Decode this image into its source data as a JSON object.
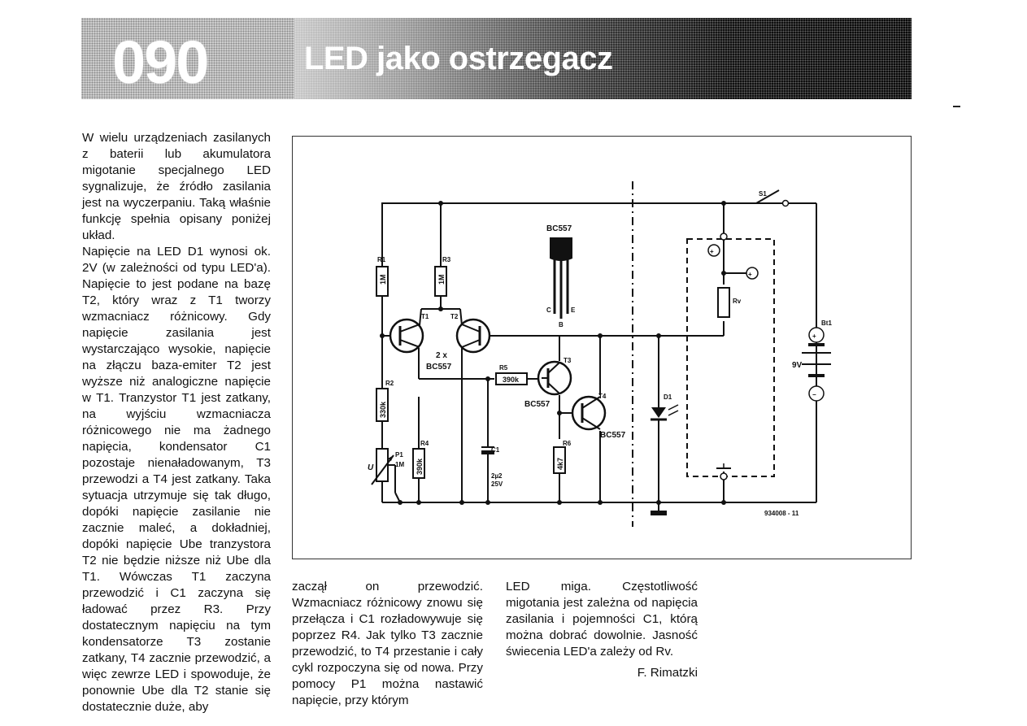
{
  "header": {
    "number": "090",
    "title": "LED jako ostrzegacz"
  },
  "article": {
    "col1": [
      "W wielu urządzeniach zasilanych z baterii lub akumulatora migotanie specjalnego LED sygnalizuje, że źródło zasilania jest na wyczerpaniu. Taką właśnie funkcję spełnia opisany poniżej układ.",
      "Napięcie na LED D1 wynosi ok. 2V (w zależności od typu LED'a). Napięcie to jest podane na bazę T2, który wraz z T1 tworzy wzmacniacz różnicowy. Gdy napięcie zasilania jest wystarczająco wysokie, napięcie na złączu baza-emiter T2 jest wyższe niż analogiczne napięcie w T1. Tranzystor T1 jest zatkany, na wyjściu wzmacniacza różnicowego nie ma żadnego napięcia, kondensator C1 pozostaje nienaładowanym, T3 przewodzi a T4 jest zatkany. Taka sytuacja utrzymuje się tak długo, dopóki napięcie zasilanie nie zacznie maleć, a dokładniej, dopóki napięcie Ube tranzystora T2 nie będzie niższe niż Ube dla T1. Wówczas T1 zaczyna przewodzić i C1 zaczyna się ładować przez R3. Przy dostatecznym napięciu na tym kondensatorze T3 zostanie zatkany, T4 zacznie przewodzić, a więc zewrze LED i spowoduje, że ponownie Ube dla T2 stanie się dostatecznie duże, aby"
    ],
    "col2": "zaczął on przewodzić. Wzmacniacz różnicowy znowu się przełącza i C1 rozładowywuje się poprzez R4. Jak tylko T3 zacznie przewodzić, to T4 przestanie i cały cykl rozpoczyna się od nowa. Przy pomocy P1 można nastawić napięcie, przy którym",
    "col3": "LED miga. Częstotliwość migotania jest zależna od napięcia zasilania i pojemności C1, którą można dobrać dowolnie. Jasność świecenia LED'a zależy od Rv.",
    "author": "F. Rimatzki"
  },
  "schematic": {
    "figure_id": "934008 - 11",
    "pinout": {
      "title": "BC557",
      "pin_c": "C",
      "pin_b": "B",
      "pin_e": "E"
    },
    "t1": "T1",
    "t2": "T2",
    "t3": "T3",
    "t4": "T4",
    "pair_qty": "2 x",
    "pair_type": "BC557",
    "t3_type": "BC557",
    "t4_type": "BC557",
    "r1": "R1",
    "r1_val": "1M",
    "r2": "R2",
    "r2_val": "330k",
    "r3": "R3",
    "r3_val": "1M",
    "r4": "R4",
    "r4_val": "390k",
    "r5": "R5",
    "r5_val": "390k",
    "r6": "R6",
    "r6_val": "4k7",
    "p1": "P1",
    "p1_val": "1M",
    "u": "U",
    "c1": "C1",
    "c1_val1": "2µ2",
    "c1_val2": "25V",
    "d1": "D1",
    "rv": "Rv",
    "s1": "S1",
    "bt1": "Bt1",
    "batt_v": "9V",
    "plus": "+",
    "minus": "−"
  }
}
